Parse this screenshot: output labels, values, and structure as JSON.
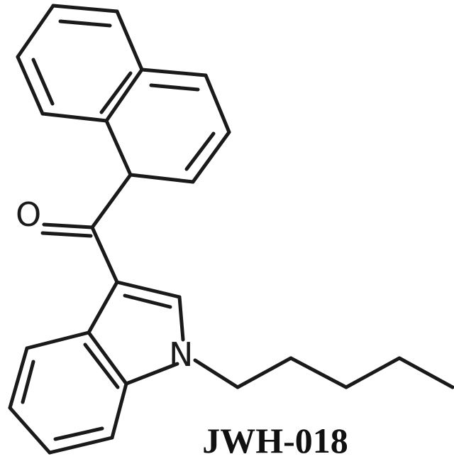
{
  "compound": {
    "name": "JWH-018"
  },
  "atoms": {
    "oxygen": {
      "symbol": "O"
    },
    "nitrogen": {
      "symbol": "N"
    }
  },
  "colors": {
    "ink": "#1a1a1a",
    "background": "#ffffff"
  }
}
